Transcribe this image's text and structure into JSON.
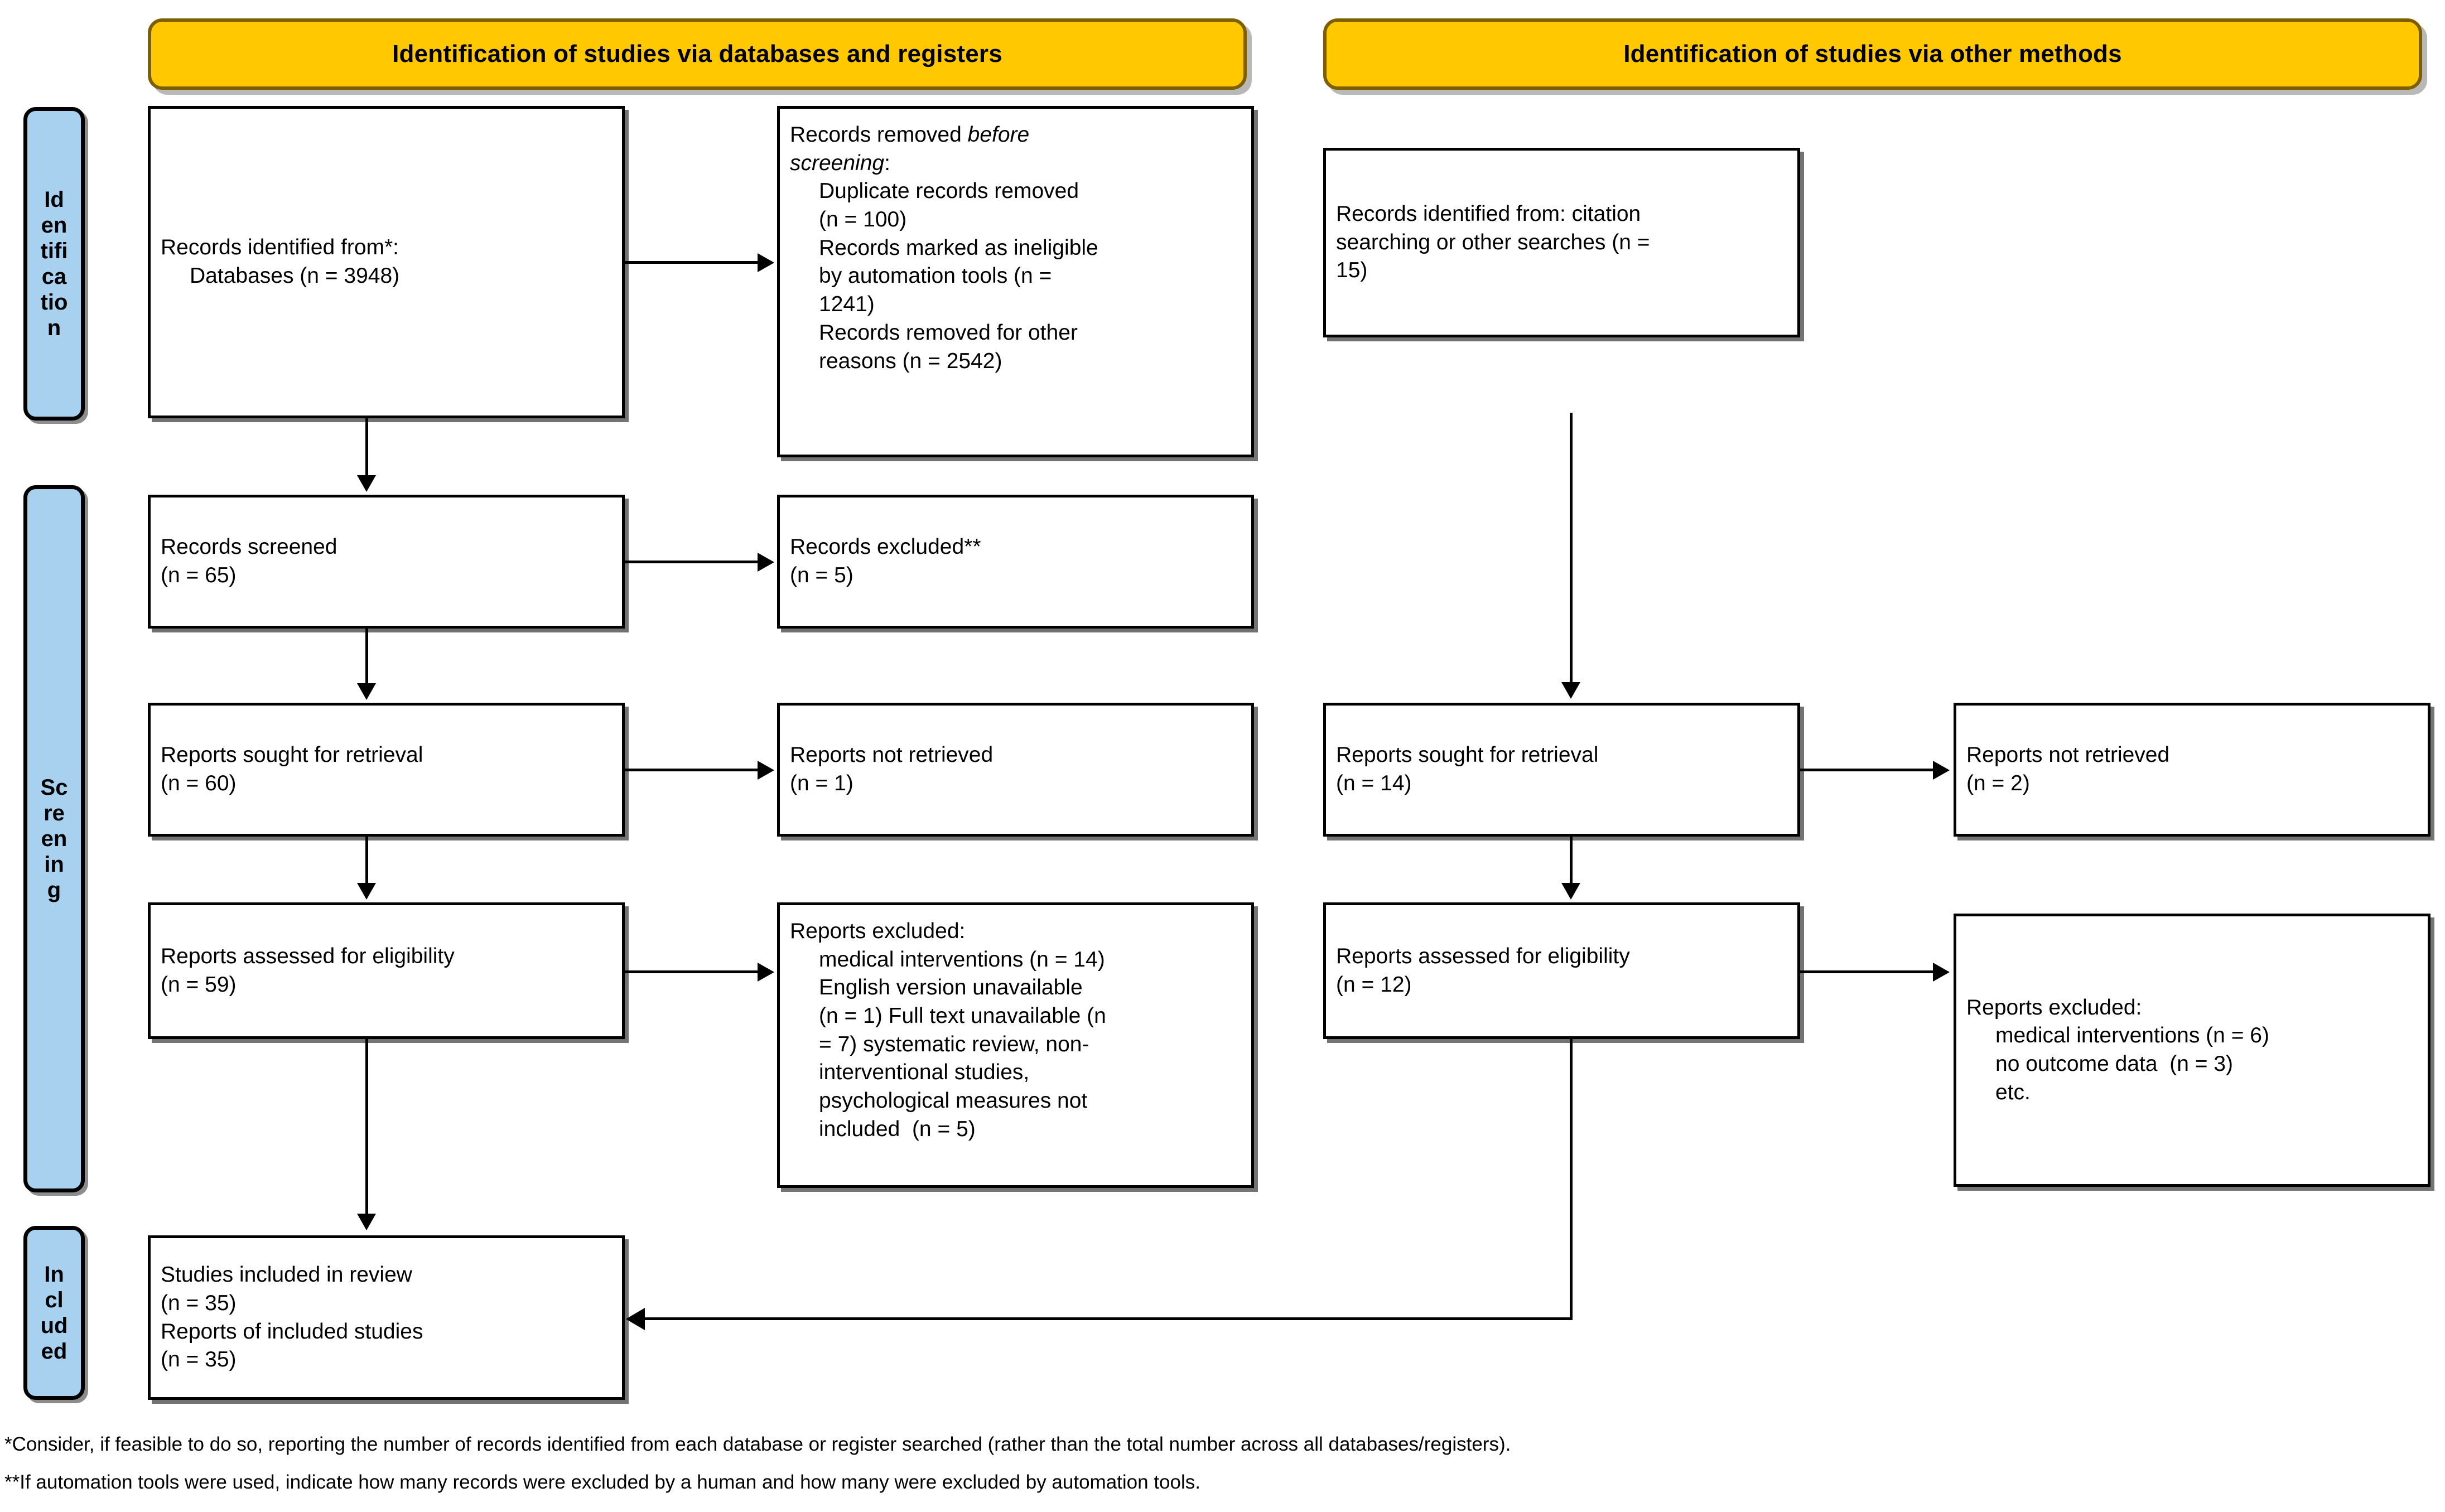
{
  "diagram": {
    "title": "PRISMA 2020 flow diagram",
    "colors": {
      "banner_fill": "#ffc800",
      "banner_border": "#7d5f00",
      "sidebar_fill": "#a8d1f0",
      "box_border": "#000000",
      "box_fill": "#ffffff"
    }
  },
  "banners": {
    "left": "Identification of studies via databases and registers",
    "right": "Identification of studies via other methods"
  },
  "sidebars": {
    "identification": [
      "Id",
      "en",
      "tifi",
      "ca",
      "tio",
      "n"
    ],
    "screening": [
      "Sc",
      "re",
      "en",
      "in",
      "g"
    ],
    "included": [
      "In",
      "cl",
      "ud",
      "ed"
    ]
  },
  "boxes": {
    "records_identified": {
      "lines": [
        {
          "text": "Records identified from*:",
          "indent": false
        },
        {
          "text": "Databases (n = 3948)",
          "indent": true
        }
      ]
    },
    "records_removed": {
      "lines": [
        {
          "text": "Records removed ",
          "italic_tail": "before",
          "indent": false
        },
        {
          "text": "screening",
          "italic": true,
          "suffix": ":",
          "indent": false
        },
        {
          "text": "Duplicate records removed",
          "indent": true
        },
        {
          "text": "(n = 100)",
          "indent": true
        },
        {
          "text": "Records marked as ineligible",
          "indent": true
        },
        {
          "text": "by automation tools (n =",
          "indent": true
        },
        {
          "text": "1241)",
          "indent": true
        },
        {
          "text": "Records removed for other",
          "indent": true
        },
        {
          "text": "reasons (n = 2542)",
          "indent": true
        }
      ]
    },
    "records_screened": {
      "lines": [
        {
          "text": "Records screened",
          "indent": false
        },
        {
          "text": "(n = 65)",
          "indent": false
        }
      ]
    },
    "records_excluded": {
      "lines": [
        {
          "text": "Records excluded**",
          "indent": false
        },
        {
          "text": "(n = 5)",
          "indent": false
        }
      ]
    },
    "reports_sought_left": {
      "lines": [
        {
          "text": "Reports sought for retrieval",
          "indent": false
        },
        {
          "text": "(n = 60)",
          "indent": false
        }
      ]
    },
    "reports_not_retrieved_left": {
      "lines": [
        {
          "text": "Reports not retrieved",
          "indent": false
        },
        {
          "text": "(n = 1)",
          "indent": false
        }
      ]
    },
    "reports_assessed_left": {
      "lines": [
        {
          "text": "Reports assessed for eligibility",
          "indent": false
        },
        {
          "text": "(n = 59)",
          "indent": false
        }
      ]
    },
    "reports_excluded_left": {
      "lines": [
        {
          "text": "Reports excluded:",
          "indent": false
        },
        {
          "text": "medical interventions (n = 14)",
          "indent": true
        },
        {
          "text": "English version unavailable",
          "indent": true
        },
        {
          "text": "(n = 1) Full text unavailable (n",
          "indent": true
        },
        {
          "text": "= 7) systematic review, non-",
          "indent": true
        },
        {
          "text": "interventional studies,",
          "indent": true
        },
        {
          "text": "psychological measures not",
          "indent": true
        },
        {
          "text": "included  (n = 5)",
          "indent": true
        }
      ]
    },
    "studies_included": {
      "lines": [
        {
          "text": "Studies included in review",
          "indent": false
        },
        {
          "text": "(n = 35)",
          "indent": false
        },
        {
          "text": "Reports of included studies",
          "indent": false
        },
        {
          "text": "(n = 35)",
          "indent": false
        }
      ]
    },
    "records_identified_other": {
      "lines": [
        {
          "text": "Records identified from: citation",
          "indent": false
        },
        {
          "text": "searching or other searches (n =",
          "indent": false
        },
        {
          "text": "15)",
          "indent": false
        }
      ]
    },
    "reports_sought_right": {
      "lines": [
        {
          "text": "Reports sought for retrieval",
          "indent": false
        },
        {
          "text": "(n = 14)",
          "indent": false
        }
      ]
    },
    "reports_not_retrieved_right": {
      "lines": [
        {
          "text": "Reports not retrieved",
          "indent": false
        },
        {
          "text": "(n = 2)",
          "indent": false
        }
      ]
    },
    "reports_assessed_right": {
      "lines": [
        {
          "text": "Reports assessed for eligibility",
          "indent": false
        },
        {
          "text": "(n = 12)",
          "indent": false
        }
      ]
    },
    "reports_excluded_right": {
      "lines": [
        {
          "text": "Reports excluded:",
          "indent": false
        },
        {
          "text": "medical interventions (n = 6)",
          "indent": true
        },
        {
          "text": "no outcome data  (n = 3)",
          "indent": true
        },
        {
          "text": "etc.",
          "indent": true
        }
      ]
    }
  },
  "footnotes": {
    "one": "*Consider, if feasible to do so, reporting the number of records identified from each database or register searched (rather than the total number across all databases/registers).",
    "two": "**If automation tools were used, indicate how many records were excluded by a human and how many were excluded by automation tools."
  }
}
